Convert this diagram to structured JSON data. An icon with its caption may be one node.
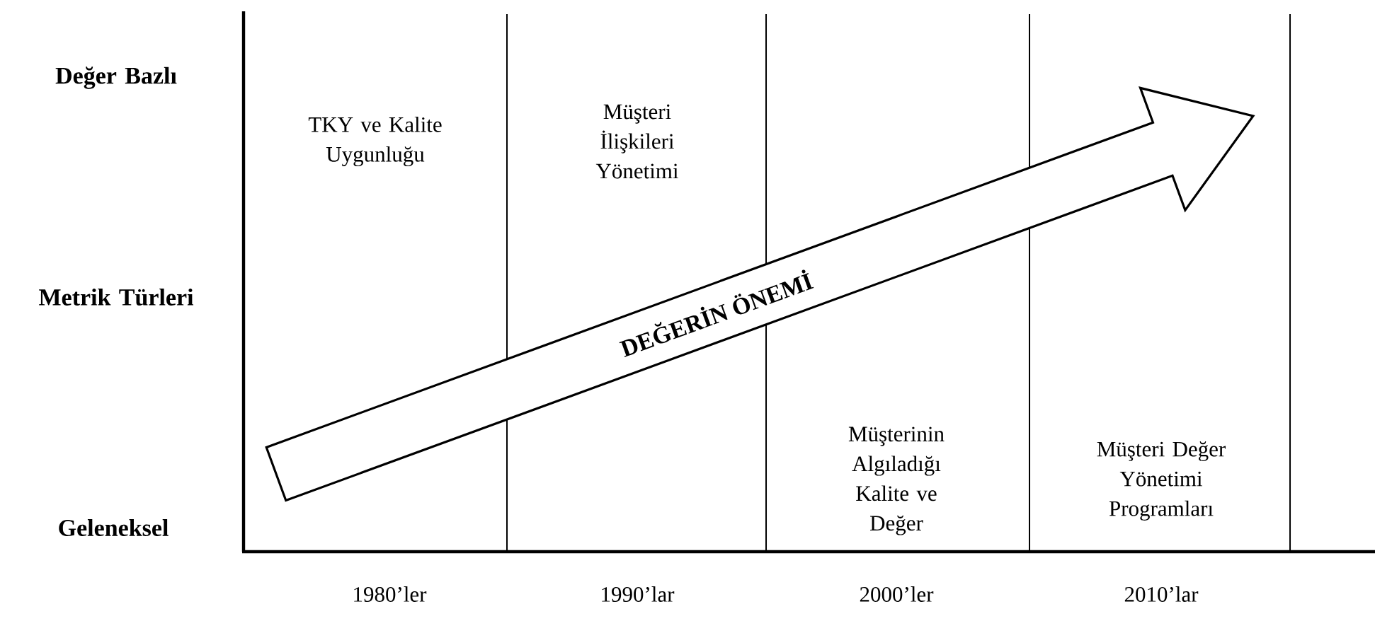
{
  "diagram": {
    "nodes": [
      {
        "text": [
          "DEĞERİN ÖNEMİ"
        ]
      }
    ],
    "edges": [],
    "labels": [
      "Değer Bazlı",
      "TKY ve Kalite Uygunluğu",
      "Müşteri İlişkileri Yönetimi",
      "Metrik Türleri",
      "Müşterinin Algıladığı Kalite ve Değer",
      "Müşteri Değer Yönetimi Programları",
      "Geleneksel",
      "1980’ler",
      "1990’lar",
      "2000’ler",
      "2010’lar"
    ]
  }
}
